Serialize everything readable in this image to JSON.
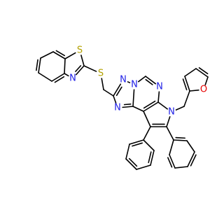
{
  "colors": {
    "background": "#ffffff",
    "bond": "#000000",
    "N": "#1f1fe6",
    "S": "#b3a100",
    "O": "#e60000"
  },
  "atoms": {
    "S_bzt": {
      "symbol": "S"
    },
    "N_bzt": {
      "symbol": "N"
    },
    "S_link": {
      "symbol": "S"
    },
    "N_tz1": {
      "symbol": "N"
    },
    "N_tz2": {
      "symbol": "N"
    },
    "N_tz3": {
      "symbol": "N"
    },
    "N_pym": {
      "symbol": "N"
    },
    "N_pyr": {
      "symbol": "N"
    },
    "O_fur": {
      "symbol": "O"
    }
  }
}
